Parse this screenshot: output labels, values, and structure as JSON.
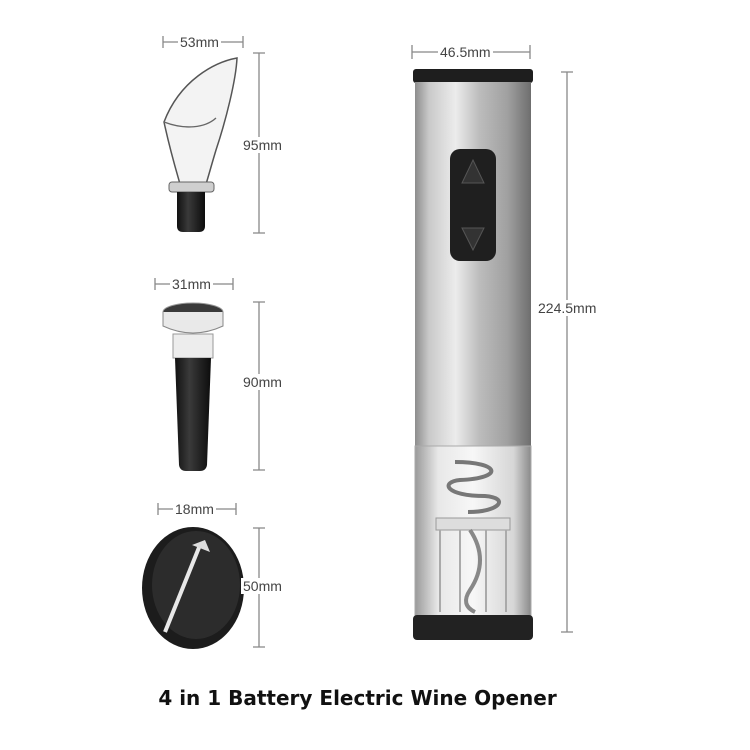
{
  "title": "4 in 1 Battery  Electric Wine Opener",
  "items": [
    {
      "name": "pourer",
      "width": "53mm",
      "height": "95mm"
    },
    {
      "name": "vacuum-stopper",
      "width": "31mm",
      "height": "90mm"
    },
    {
      "name": "foil-cutter",
      "width": "18mm",
      "height": "50mm"
    },
    {
      "name": "electric-opener",
      "width": "46.5mm",
      "height": "224.5mm"
    }
  ],
  "colors": {
    "dimension_line": "#888888",
    "text": "#444444",
    "steel": "#b8b8b8",
    "black": "#1a1a1a"
  }
}
